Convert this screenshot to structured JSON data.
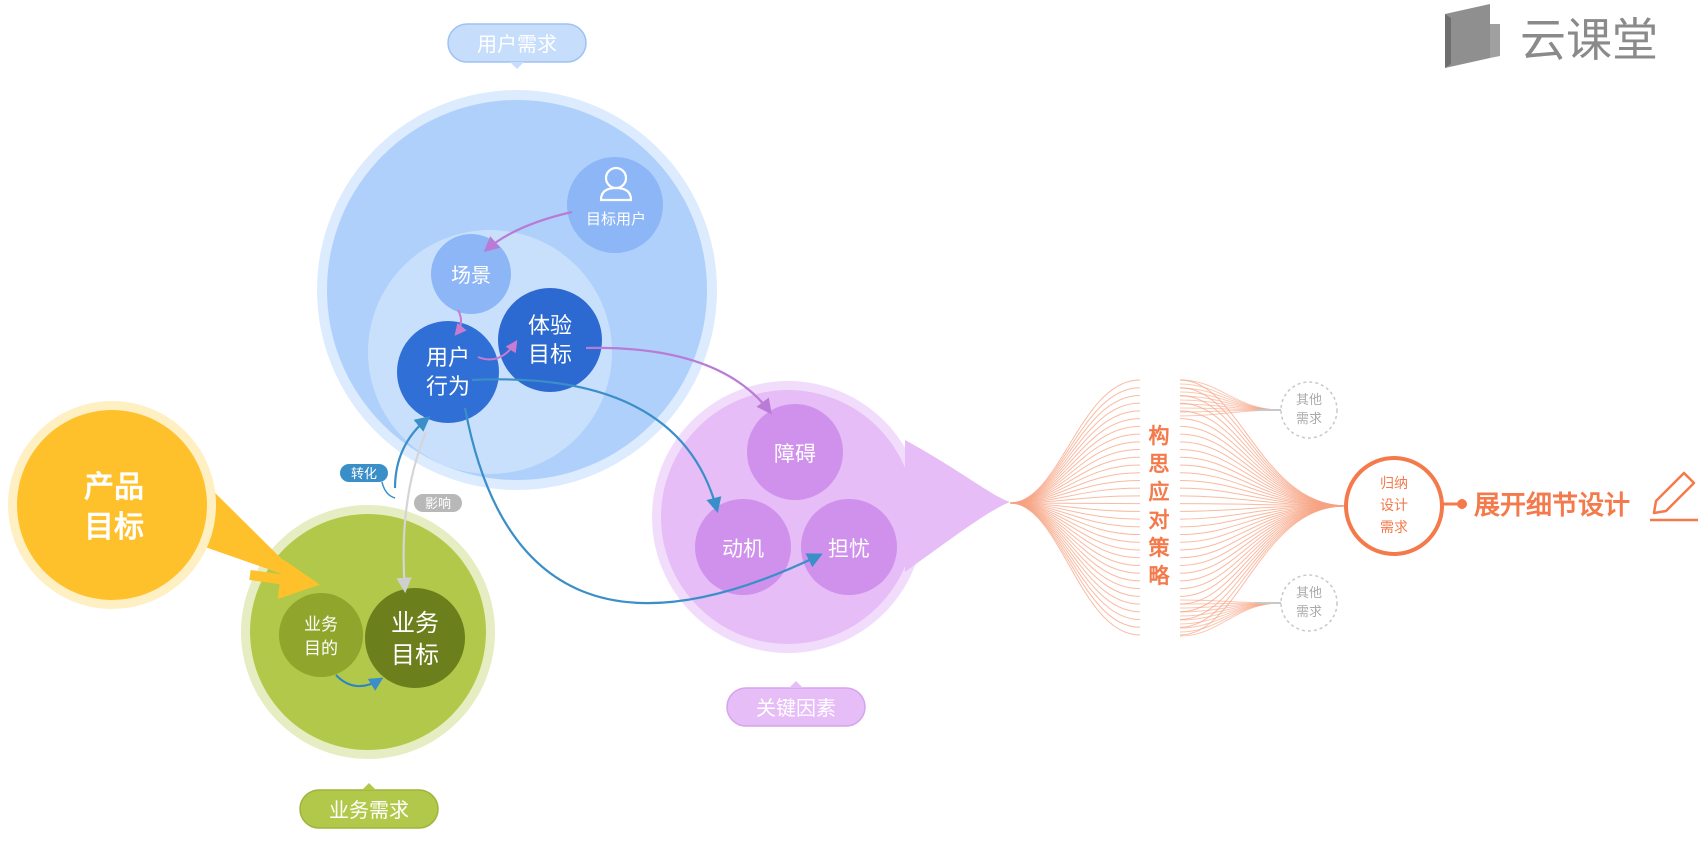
{
  "logo": {
    "text": "云课堂"
  },
  "user_needs": {
    "label": "用户需求",
    "target_user": "目标用户",
    "scene": "场景",
    "behavior_1": "用户",
    "behavior_2": "行为",
    "experience_1": "体验",
    "experience_2": "目标"
  },
  "product_goal": {
    "line1": "产品",
    "line2": "目标"
  },
  "business_needs": {
    "label": "业务需求",
    "purpose_1": "业务",
    "purpose_2": "目的",
    "goal_1": "业务",
    "goal_2": "目标"
  },
  "links": {
    "convert": "转化",
    "influence": "影响"
  },
  "key_factors": {
    "label": "关键因素",
    "obstacle": "障碍",
    "motivation": "动机",
    "worry": "担忧"
  },
  "strategy": {
    "chars": [
      "构",
      "思",
      "应",
      "对",
      "策",
      "略"
    ]
  },
  "other_top": {
    "line1": "其他",
    "line2": "需求"
  },
  "other_bottom": {
    "line1": "其他",
    "line2": "需求"
  },
  "summary": {
    "line1": "归纳",
    "line2": "设计",
    "line3": "需求"
  },
  "expand": {
    "label": "展开细节设计"
  },
  "icons": [
    "logo-book-icon",
    "user-icon",
    "pencil-icon"
  ],
  "colors": {
    "blue_outer": "#aed0fb",
    "blue_inner": "#c9e0fd",
    "blue_dark": "#2f6fd6",
    "purple": "#e6bdf7",
    "purple_node": "#cf91ec",
    "green": "#b2c84a",
    "green_dark": "#6b7f1c",
    "yellow": "#ffc12b",
    "orange": "#f47a4b"
  }
}
